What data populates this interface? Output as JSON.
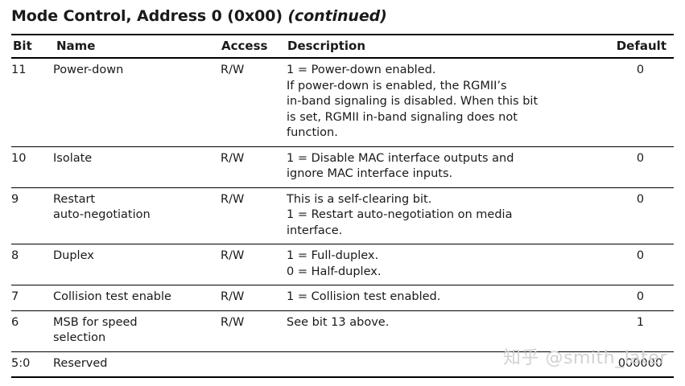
{
  "document": {
    "title_main": "Mode Control, Address 0 (0x00) ",
    "title_continued": "(continued)"
  },
  "table": {
    "columns": [
      "Bit",
      "Name",
      "Access",
      "Description",
      "Default"
    ],
    "headers": {
      "bit": "Bit",
      "name": "Name",
      "access": "Access",
      "description": "Description",
      "default": "Default"
    },
    "rows": [
      {
        "bit": "11",
        "name_lines": [
          "Power-down"
        ],
        "access": "R/W",
        "description_lines": [
          "1 = Power-down enabled.",
          "If power-down is enabled, the RGMII’s",
          "in-band signaling is disabled. When this bit",
          "is set, RGMII in-band signaling does not",
          "function."
        ],
        "default": "0"
      },
      {
        "bit": "10",
        "name_lines": [
          "Isolate"
        ],
        "access": "R/W",
        "description_lines": [
          "1 = Disable MAC interface outputs and",
          "ignore MAC interface inputs."
        ],
        "default": "0"
      },
      {
        "bit": "9",
        "name_lines": [
          "Restart",
          "auto-negotiation"
        ],
        "access": "R/W",
        "description_lines": [
          "This is a self-clearing bit.",
          "1 = Restart auto-negotiation on media",
          "interface."
        ],
        "default": "0"
      },
      {
        "bit": "8",
        "name_lines": [
          "Duplex"
        ],
        "access": "R/W",
        "description_lines": [
          "1 = Full-duplex.",
          "0 = Half-duplex."
        ],
        "default": "0"
      },
      {
        "bit": "7",
        "name_lines": [
          "Collision test enable"
        ],
        "access": "R/W",
        "description_lines": [
          "1 = Collision test enabled."
        ],
        "default": "0"
      },
      {
        "bit": "6",
        "name_lines": [
          "MSB for speed",
          "selection"
        ],
        "access": "R/W",
        "description_lines": [
          "See bit 13 above."
        ],
        "default": "1"
      },
      {
        "bit": "5:0",
        "name_lines": [
          "Reserved"
        ],
        "access": "",
        "description_lines": [],
        "default": "000000"
      }
    ]
  },
  "watermark": {
    "text": "知乎 @smith_later",
    "color": "#d2d2d2"
  }
}
